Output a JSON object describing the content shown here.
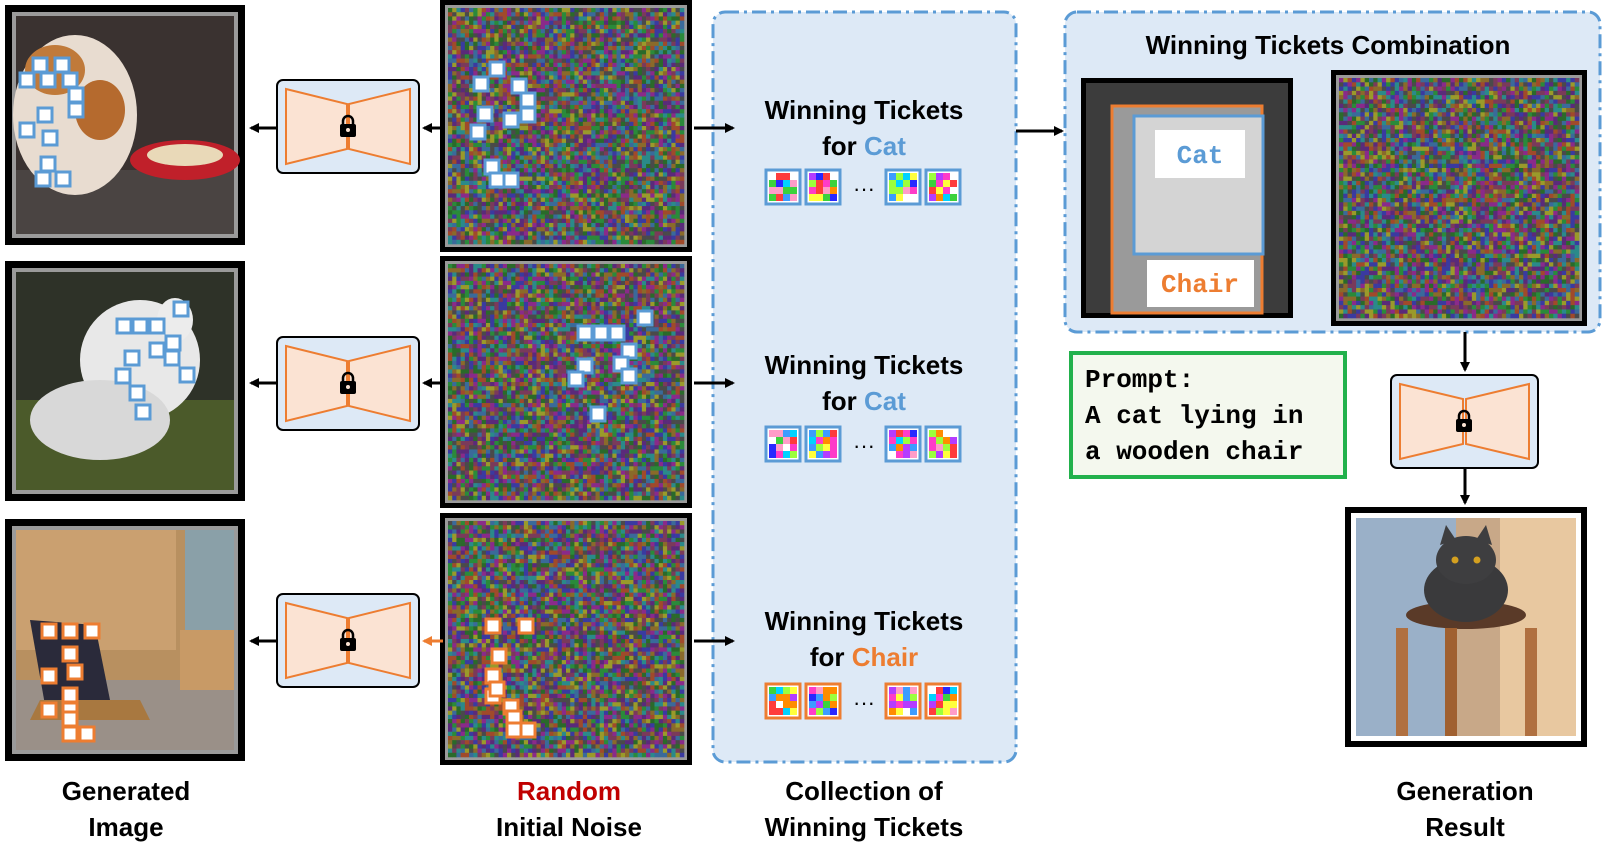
{
  "colors": {
    "cat_blue": "#5b9bd5",
    "chair_orange": "#ed7d31",
    "random_red": "#c00000",
    "prompt_green": "#22b14c",
    "panel_fill": "#dde9f6",
    "unet_fill": "#fbe3d3"
  },
  "rows": [
    {
      "ticket_title_line1": "Winning Tickets",
      "ticket_title_for": "for ",
      "ticket_concept": "Cat",
      "ellipsis": "···",
      "concept": "cat"
    },
    {
      "ticket_title_line1": "Winning Tickets",
      "ticket_title_for": "for ",
      "ticket_concept": "Cat",
      "ellipsis": "···",
      "concept": "cat"
    },
    {
      "ticket_title_line1": "Winning Tickets",
      "ticket_title_for": "for ",
      "ticket_concept": "Chair",
      "ellipsis": "···",
      "concept": "chair"
    }
  ],
  "combination": {
    "title": "Winning Tickets Combination",
    "cat_label": "Cat",
    "chair_label": "Chair"
  },
  "prompt": {
    "line1": "Prompt:",
    "line2": "A cat lying in",
    "line3": "a wooden chair"
  },
  "column_labels": {
    "generated_line1": "Generated",
    "generated_line2": "Image",
    "random_line1": "Random",
    "random_line2": "Initial Noise",
    "collection_line1": "Collection of",
    "collection_line2": "Winning Tickets",
    "result_line1": "Generation",
    "result_line2": "Result"
  },
  "icons": {
    "unet": "unet-hourglass-icon",
    "lock": "lock-icon",
    "arrow": "arrow-icon"
  }
}
